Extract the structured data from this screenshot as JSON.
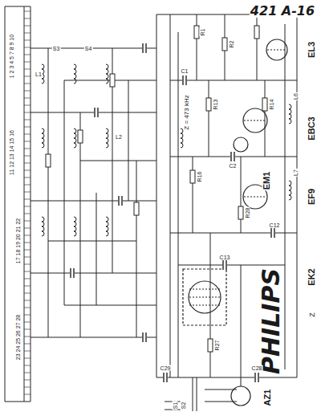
{
  "diagram": {
    "title": "421 A-16",
    "labels": [
      "Z = 473 kHz",
      "EL3",
      "EBC3",
      "EF9",
      "EK2",
      "EM1",
      "AZ1",
      "PHILIPS",
      "Z",
      "1 2 3 4 5 7 8 9 10",
      "11 12 13 14 15 16",
      "17 18 19 20 21 22",
      "23 24 25 26 27 28",
      "S1",
      "S2",
      "S3",
      "S4",
      "L1",
      "L2",
      "L6",
      "L7",
      "R1",
      "R2",
      "C1",
      "C2",
      "C12",
      "C13",
      "R13",
      "R14",
      "R16",
      "C28",
      "C29",
      "R27",
      "R28"
    ]
  }
}
